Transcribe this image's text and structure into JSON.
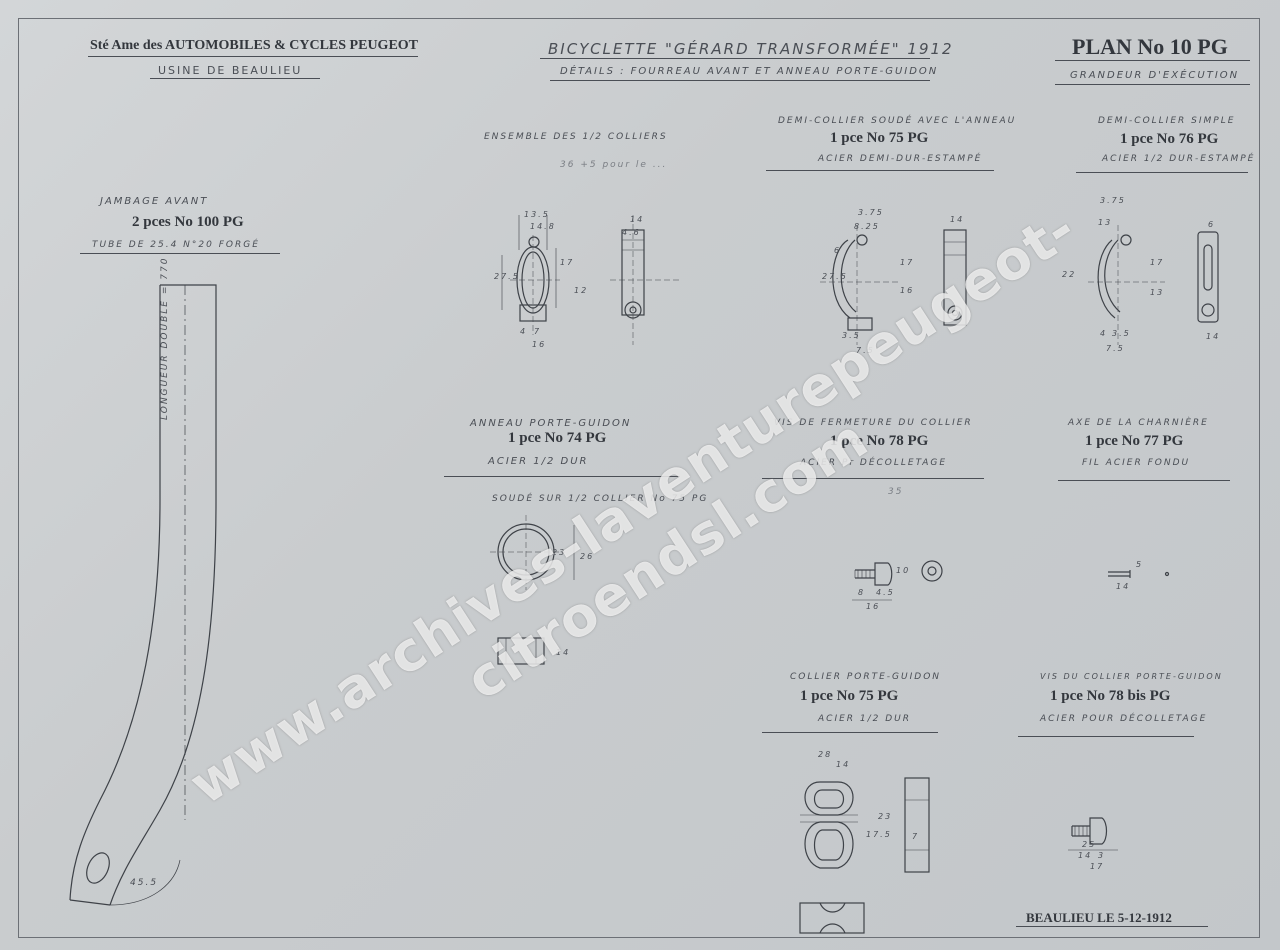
{
  "header": {
    "company": "Sté Ame des AUTOMOBILES & CYCLES PEUGEOT",
    "factory": "USINE DE BEAULIEU",
    "title": "BICYCLETTE \"GÉRARD TRANSFORMÉE\" 1912",
    "subtitle": "DÉTAILS : FOURREAU AVANT ET ANNEAU PORTE-GUIDON",
    "plan": "PLAN No 10 PG",
    "scale": "GRANDEUR D'EXÉCUTION"
  },
  "parts": {
    "jambage": {
      "name": "JAMBAGE AVANT",
      "ref": "2 pces No 100 PG",
      "material": "TUBE DE 25.4 N°20 FORGÉ",
      "length_note": "LONGUEUR DOUBLE = 770",
      "dim": "45.5"
    },
    "ensemble": {
      "name": "ENSEMBLE DES 1/2 COLLIERS",
      "note": "36 +5 pour le ..."
    },
    "p75": {
      "name": "DEMI-COLLIER SOUDÉ AVEC L'ANNEAU",
      "ref": "1 pce No 75 PG",
      "material": "ACIER DEMI-DUR-ESTAMPÉ"
    },
    "p76": {
      "name": "DEMI-COLLIER SIMPLE",
      "ref": "1 pce No 76 PG",
      "material": "ACIER 1/2 DUR-ESTAMPÉ"
    },
    "p74": {
      "name": "ANNEAU PORTE-GUIDON",
      "ref": "1 pce No 74 PG",
      "material": "ACIER 1/2 DUR",
      "note": "SOUDÉ SUR 1/2 COLLIER No 75 PG"
    },
    "p78": {
      "name": "VIS DE FERMETURE DU COLLIER",
      "ref": "1 pce No 78 PG",
      "material": "ACIER Pr DÉCOLLETAGE",
      "note": "35"
    },
    "p77": {
      "name": "AXE DE LA CHARNIÈRE",
      "ref": "1 pce No 77 PG",
      "material": "FIL ACIER FONDU"
    },
    "p75b": {
      "name": "COLLIER PORTE-GUIDON",
      "ref": "1 pce No 75 PG",
      "material": "ACIER 1/2 DUR"
    },
    "p78bis": {
      "name": "VIS DU COLLIER PORTE-GUIDON",
      "ref": "1 pce No 78 bis PG",
      "material": "ACIER POUR DÉCOLLETAGE"
    }
  },
  "dims": {
    "a1": "13.5",
    "a2": "14.8",
    "a3": "27.5",
    "a4": "17",
    "a5": "12",
    "a6": "4",
    "a7": "7",
    "a8": "16",
    "a9": "14",
    "a10": "4.6",
    "b1": "3.75",
    "b2": "8.25",
    "b3": "6",
    "b4": "27.5",
    "b5": "17",
    "b6": "16",
    "b7": "3.5",
    "b8": "7.5",
    "b9": "14",
    "c1": "3.75",
    "c2": "13",
    "c3": "22",
    "c4": "17",
    "c5": "13",
    "c6": "4",
    "c7": "3.5",
    "c8": "7.5",
    "c9": "14",
    "c10": "6",
    "d1": "23",
    "d2": "26",
    "d3": "14",
    "e1": "8",
    "e2": "16",
    "e3": "4.5",
    "e4": "10",
    "f1": "14",
    "f2": "5",
    "g1": "28",
    "g2": "14",
    "g3": "17.5",
    "g4": "7",
    "g5": "23",
    "h1": "25",
    "h2": "14",
    "h3": "17",
    "h4": "3"
  },
  "footer": {
    "date": "BEAULIEU LE 5-12-1912"
  },
  "watermark": "www.archives-laventurepeugeot-citroendsl.com",
  "colors": {
    "paper": "#cfd2d4",
    "ink": "#3a3e44"
  }
}
